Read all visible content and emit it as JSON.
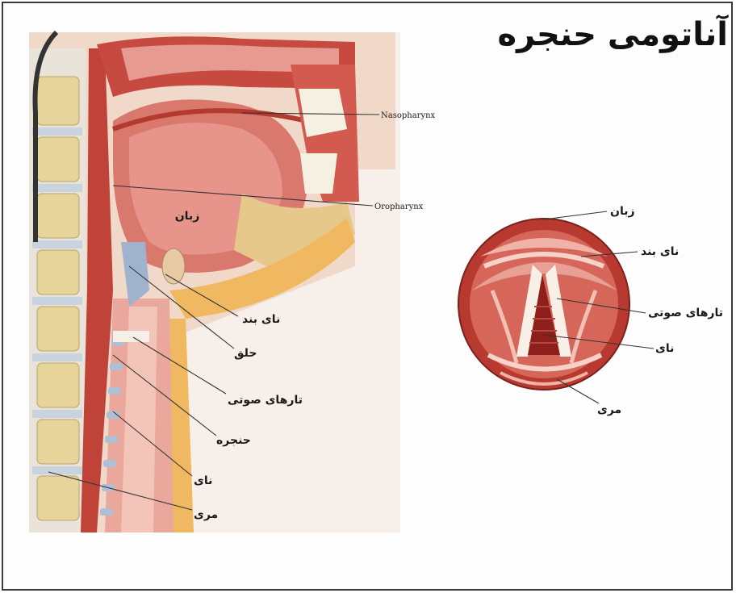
{
  "title": "آناتومی حنجره",
  "sagittal_labels": {
    "nasopharynx": "Nasopharynx",
    "oropharynx": "Oropharynx",
    "tongue": "زبان",
    "epiglottis": "نای بند",
    "throat": "حلق",
    "vocal_cords": "تارهای صوتی",
    "larynx": "حنجره",
    "trachea": "نای",
    "esophagus": "مری"
  },
  "laryngoscopic_labels": {
    "tongue": "زبان",
    "epiglottis": "نای بند",
    "vocal_cords": "تارهای صوتی",
    "trachea": "نای",
    "esophagus": "مری"
  }
}
